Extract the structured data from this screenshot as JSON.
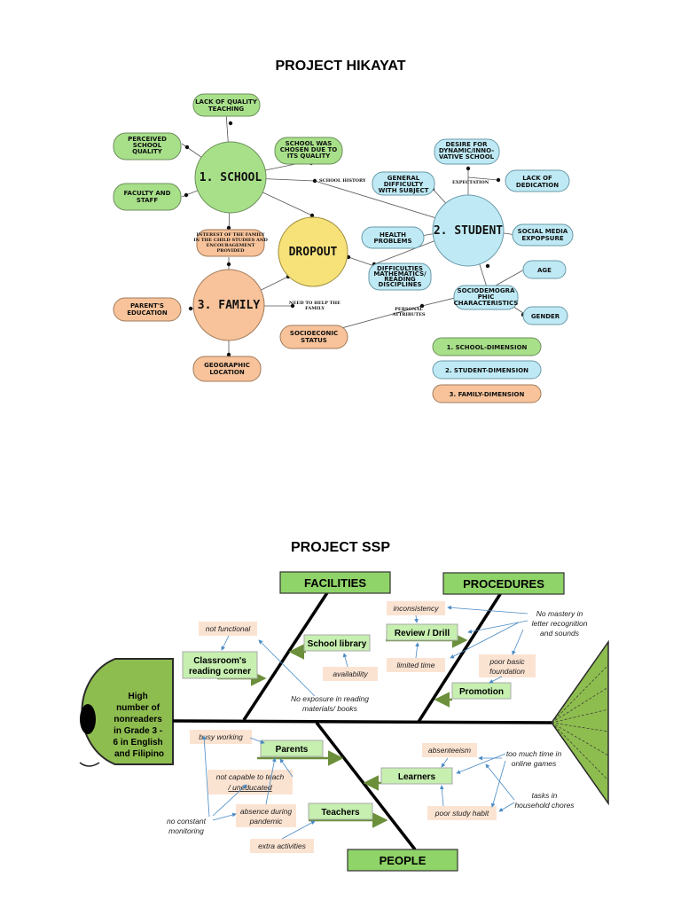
{
  "hikayat": {
    "title": "PROJECT HIKAYAT",
    "center": "DROPOUT",
    "nodes": {
      "school": "1. SCHOOL",
      "student": "2. STUDENT",
      "family": "3. FAMILY"
    },
    "school_items": {
      "lack_quality": [
        "LACK OF QUALITY",
        "TEACHING"
      ],
      "perceived": [
        "PERCEIVED",
        "SCHOOL",
        "QUALITY"
      ],
      "faculty": [
        "FACULTY AND",
        "STAFF"
      ],
      "chosen": [
        "SCHOOL WAS",
        "CHOSEN DUE TO",
        "ITS QUALITY"
      ],
      "school_history": "SCHOOL HISTORY",
      "interest": [
        "INTEREST OF THE FAMILY",
        "IN THE CHILD STUDIES AND",
        "ENCOURAGEMENT",
        "PROVIDED"
      ]
    },
    "student_items": {
      "desire": [
        "DESIRE FOR",
        "DYNAMIC/INNO-",
        "VATIVE SCHOOL"
      ],
      "expectation": "EXPECTATION",
      "lack_dedication": [
        "LACK OF",
        "DEDICATION"
      ],
      "general_difficulty": [
        "GENERAL",
        "DIFFICULTY",
        "WITH SUBJECT"
      ],
      "health": [
        "HEALTH",
        "PROBLEMS"
      ],
      "social_media": [
        "SOCIAL MEDIA",
        "EXPOPSURE"
      ],
      "difficulties": [
        "DIFFICULTIES",
        "MATHEMATICS/",
        "READING",
        "DISCIPLINES"
      ],
      "socio": [
        "SOCIODEMOGRA",
        "PHIC",
        "CHARACTERISTICS"
      ],
      "age": "AGE",
      "gender": "GENDER",
      "personal": [
        "PERSONAL",
        "ATTRIBUTES"
      ]
    },
    "family_items": {
      "parents_education": [
        "PARENT'S",
        "EDUCATION"
      ],
      "geographic": [
        "GEOGRAPHIC",
        "LOCATION"
      ],
      "need_help": [
        "NEED TO HELP THE",
        "FAMILY"
      ],
      "socioeconic": [
        "SOCIOECONIC",
        "STATUS"
      ]
    },
    "legend": [
      "1. SCHOOL-DIMENSION",
      "2. STUDENT-DIMENSION",
      "3. FAMILY-DIMENSION"
    ],
    "colors": {
      "school": "#a8e08a",
      "student": "#bfeaf5",
      "family": "#f8c39a",
      "dropout": "#f7e27a"
    }
  },
  "ssp": {
    "title": "PROJECT SSP",
    "head": [
      "High",
      "number of",
      "nonreaders",
      "in Grade 3 -",
      "6 in English",
      "and Filipino"
    ],
    "categories": {
      "facilities": "FACILITIES",
      "procedures": "PROCEDURES",
      "people": "PEOPLE"
    },
    "boxes": {
      "classroom": [
        "Classroom's",
        "reading corner"
      ],
      "library": "School library",
      "review": "Review / Drill",
      "promotion": "Promotion",
      "parents": "Parents",
      "teachers": "Teachers",
      "learners": "Learners"
    },
    "causes": {
      "not_functional": "not functional",
      "availability": "availability",
      "no_exposure": [
        "No exposure in reading",
        "materials/ books"
      ],
      "inconsistency": "inconsistency",
      "limited_time": "limited time",
      "no_mastery": [
        "No mastery in",
        "letter recognition",
        "and sounds"
      ],
      "poor_basic": [
        "poor basic",
        "foundation"
      ],
      "busy_working": "busy working",
      "not_capable": [
        "not capable to teach",
        "/ uneducated"
      ],
      "no_constant": [
        "no constant",
        "monitoring"
      ],
      "absence": [
        "absence during",
        "pandemic"
      ],
      "extra": "extra activities",
      "absenteeism": "absenteeism",
      "too_much_time": [
        "too much time in",
        "online games"
      ],
      "tasks": [
        "tasks in",
        "household chores"
      ],
      "poor_study": "poor study habit"
    },
    "colors": {
      "box": "#c6efb0",
      "category": "#8fd468",
      "head": "#8ebd4f",
      "cause": "#fbe3d2"
    }
  }
}
